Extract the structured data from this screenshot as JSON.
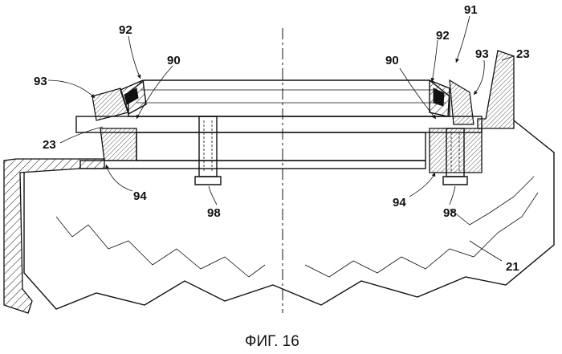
{
  "caption": "ФИГ. 16",
  "labels": {
    "l92_left": "92",
    "l92_right": "92",
    "l91": "91",
    "l93_left": "93",
    "l93_right": "93",
    "l90_left": "90",
    "l90_right": "90",
    "l23_left": "23",
    "l23_right": "23",
    "l94_left": "94",
    "l94_right": "94",
    "l98_left": "98",
    "l98_right": "98",
    "l21": "21"
  }
}
